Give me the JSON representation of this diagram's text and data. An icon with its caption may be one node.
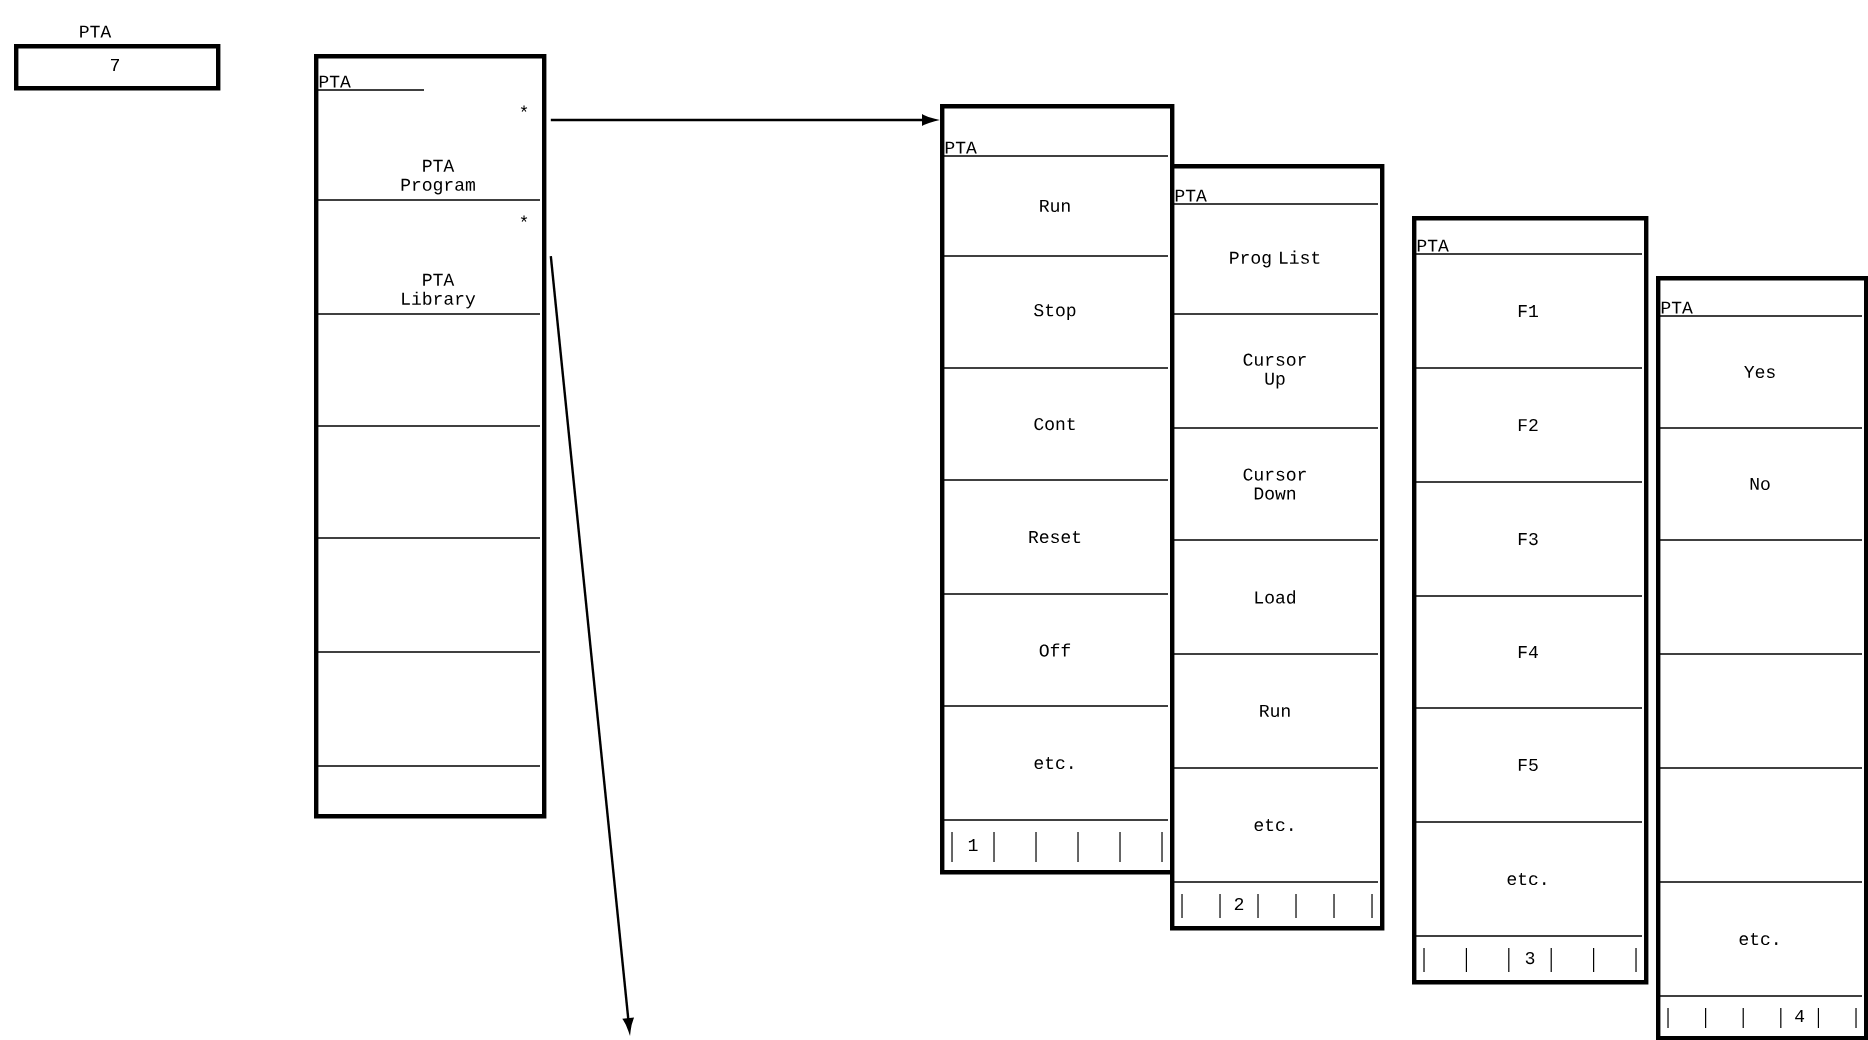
{
  "diagram": {
    "nodes": [
      {
        "text": [
          "PTA",
          "7"
        ]
      },
      {
        "text": [
          "PTA"
        ]
      },
      {
        "text": [
          "PTA Program"
        ],
        "in": 1,
        "beside": [
          "*"
        ]
      },
      {
        "text": [
          "PTA Library"
        ],
        "in": 1,
        "beside": [
          "*"
        ]
      },
      {
        "text": [
          "PTA",
          "Run",
          "Stop",
          "Cont",
          "Reset",
          "Off",
          "etc.",
          "1"
        ]
      },
      {
        "text": [
          "PTA",
          "Prog List",
          "Cursor Up",
          "Cursor Down",
          "Load",
          "Run",
          "etc.",
          "2"
        ]
      },
      {
        "text": [
          "PTA",
          "F1",
          "F2",
          "F3",
          "F4",
          "F5",
          "etc.",
          "3"
        ]
      },
      {
        "text": [
          "PTA",
          "Yes",
          "No",
          "etc.",
          "4"
        ]
      }
    ],
    "edges": [
      {
        "from": 2,
        "to": 4,
        "arrow": "to"
      },
      {
        "from": 3,
        "to": null,
        "arrow": "to"
      }
    ]
  }
}
